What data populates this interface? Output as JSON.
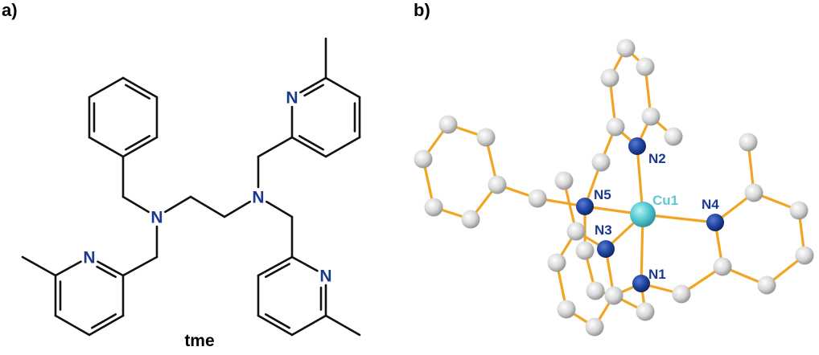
{
  "panels": {
    "a_label": "a)",
    "b_label": "b)"
  },
  "structure": {
    "compound_name": "tme",
    "nitrogen_labels": [
      "N",
      "N",
      "N",
      "N",
      "N"
    ]
  },
  "crystal": {
    "atom_labels": {
      "cu1": "Cu1",
      "n1": "N1",
      "n2": "N2",
      "n3": "N3",
      "n4": "N4",
      "n5": "N5"
    }
  },
  "colors": {
    "nitrogen": "#1f45a0",
    "copper": "#4fc7d0",
    "carbon": "#d8d8d8",
    "bond_stick": "#f0a623",
    "label_n": "#1b3a8f",
    "label_cu": "#5fc9d2"
  }
}
